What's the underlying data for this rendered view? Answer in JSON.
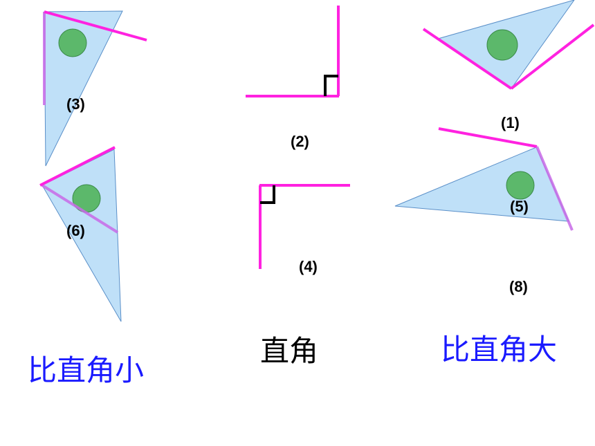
{
  "colors": {
    "triangle_fill": "#bfe0f8",
    "triangle_stroke": "#5a8fc8",
    "circle_fill": "#5cb86b",
    "circle_stroke": "#3a8a48",
    "ray": "#ff22e0",
    "ray_faint": "#c86ae8",
    "right_angle_mark": "#000000",
    "category_blue": "#1a1aff",
    "category_black": "#000000"
  },
  "figures": [
    {
      "id": "fig-3",
      "label": "(3)",
      "kind": "triangle-acute"
    },
    {
      "id": "fig-2",
      "label": "(2)",
      "kind": "right-angle"
    },
    {
      "id": "fig-1",
      "label": "(1)",
      "kind": "triangle-obtuse"
    },
    {
      "id": "fig-6",
      "label": "(6)",
      "kind": "triangle-acute"
    },
    {
      "id": "fig-4",
      "label": "(4)",
      "kind": "right-angle"
    },
    {
      "id": "fig-5",
      "label": "(5)",
      "kind": "triangle-obtuse"
    },
    {
      "id": "fig-8",
      "label": "(8)",
      "kind": "label-only"
    }
  ],
  "categories": {
    "less_than_right": "比直角小",
    "right": "直角",
    "greater_than_right": "比直角大"
  }
}
